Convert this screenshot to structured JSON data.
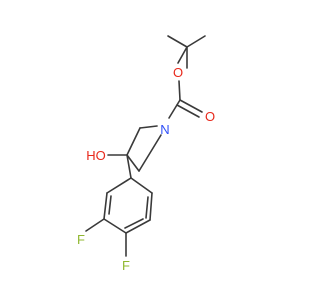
{
  "structure": {
    "atoms": {
      "oxygen_ether": "O",
      "oxygen_carbonyl": "O",
      "nitrogen": "N",
      "hydroxyl": "HO",
      "fluorine_meta": "F",
      "fluorine_para": "F"
    },
    "colors": {
      "bond": "#3a3a3a",
      "oxygen": "#e8291c",
      "nitrogen": "#3050f8",
      "fluorine": "#90b830"
    }
  }
}
